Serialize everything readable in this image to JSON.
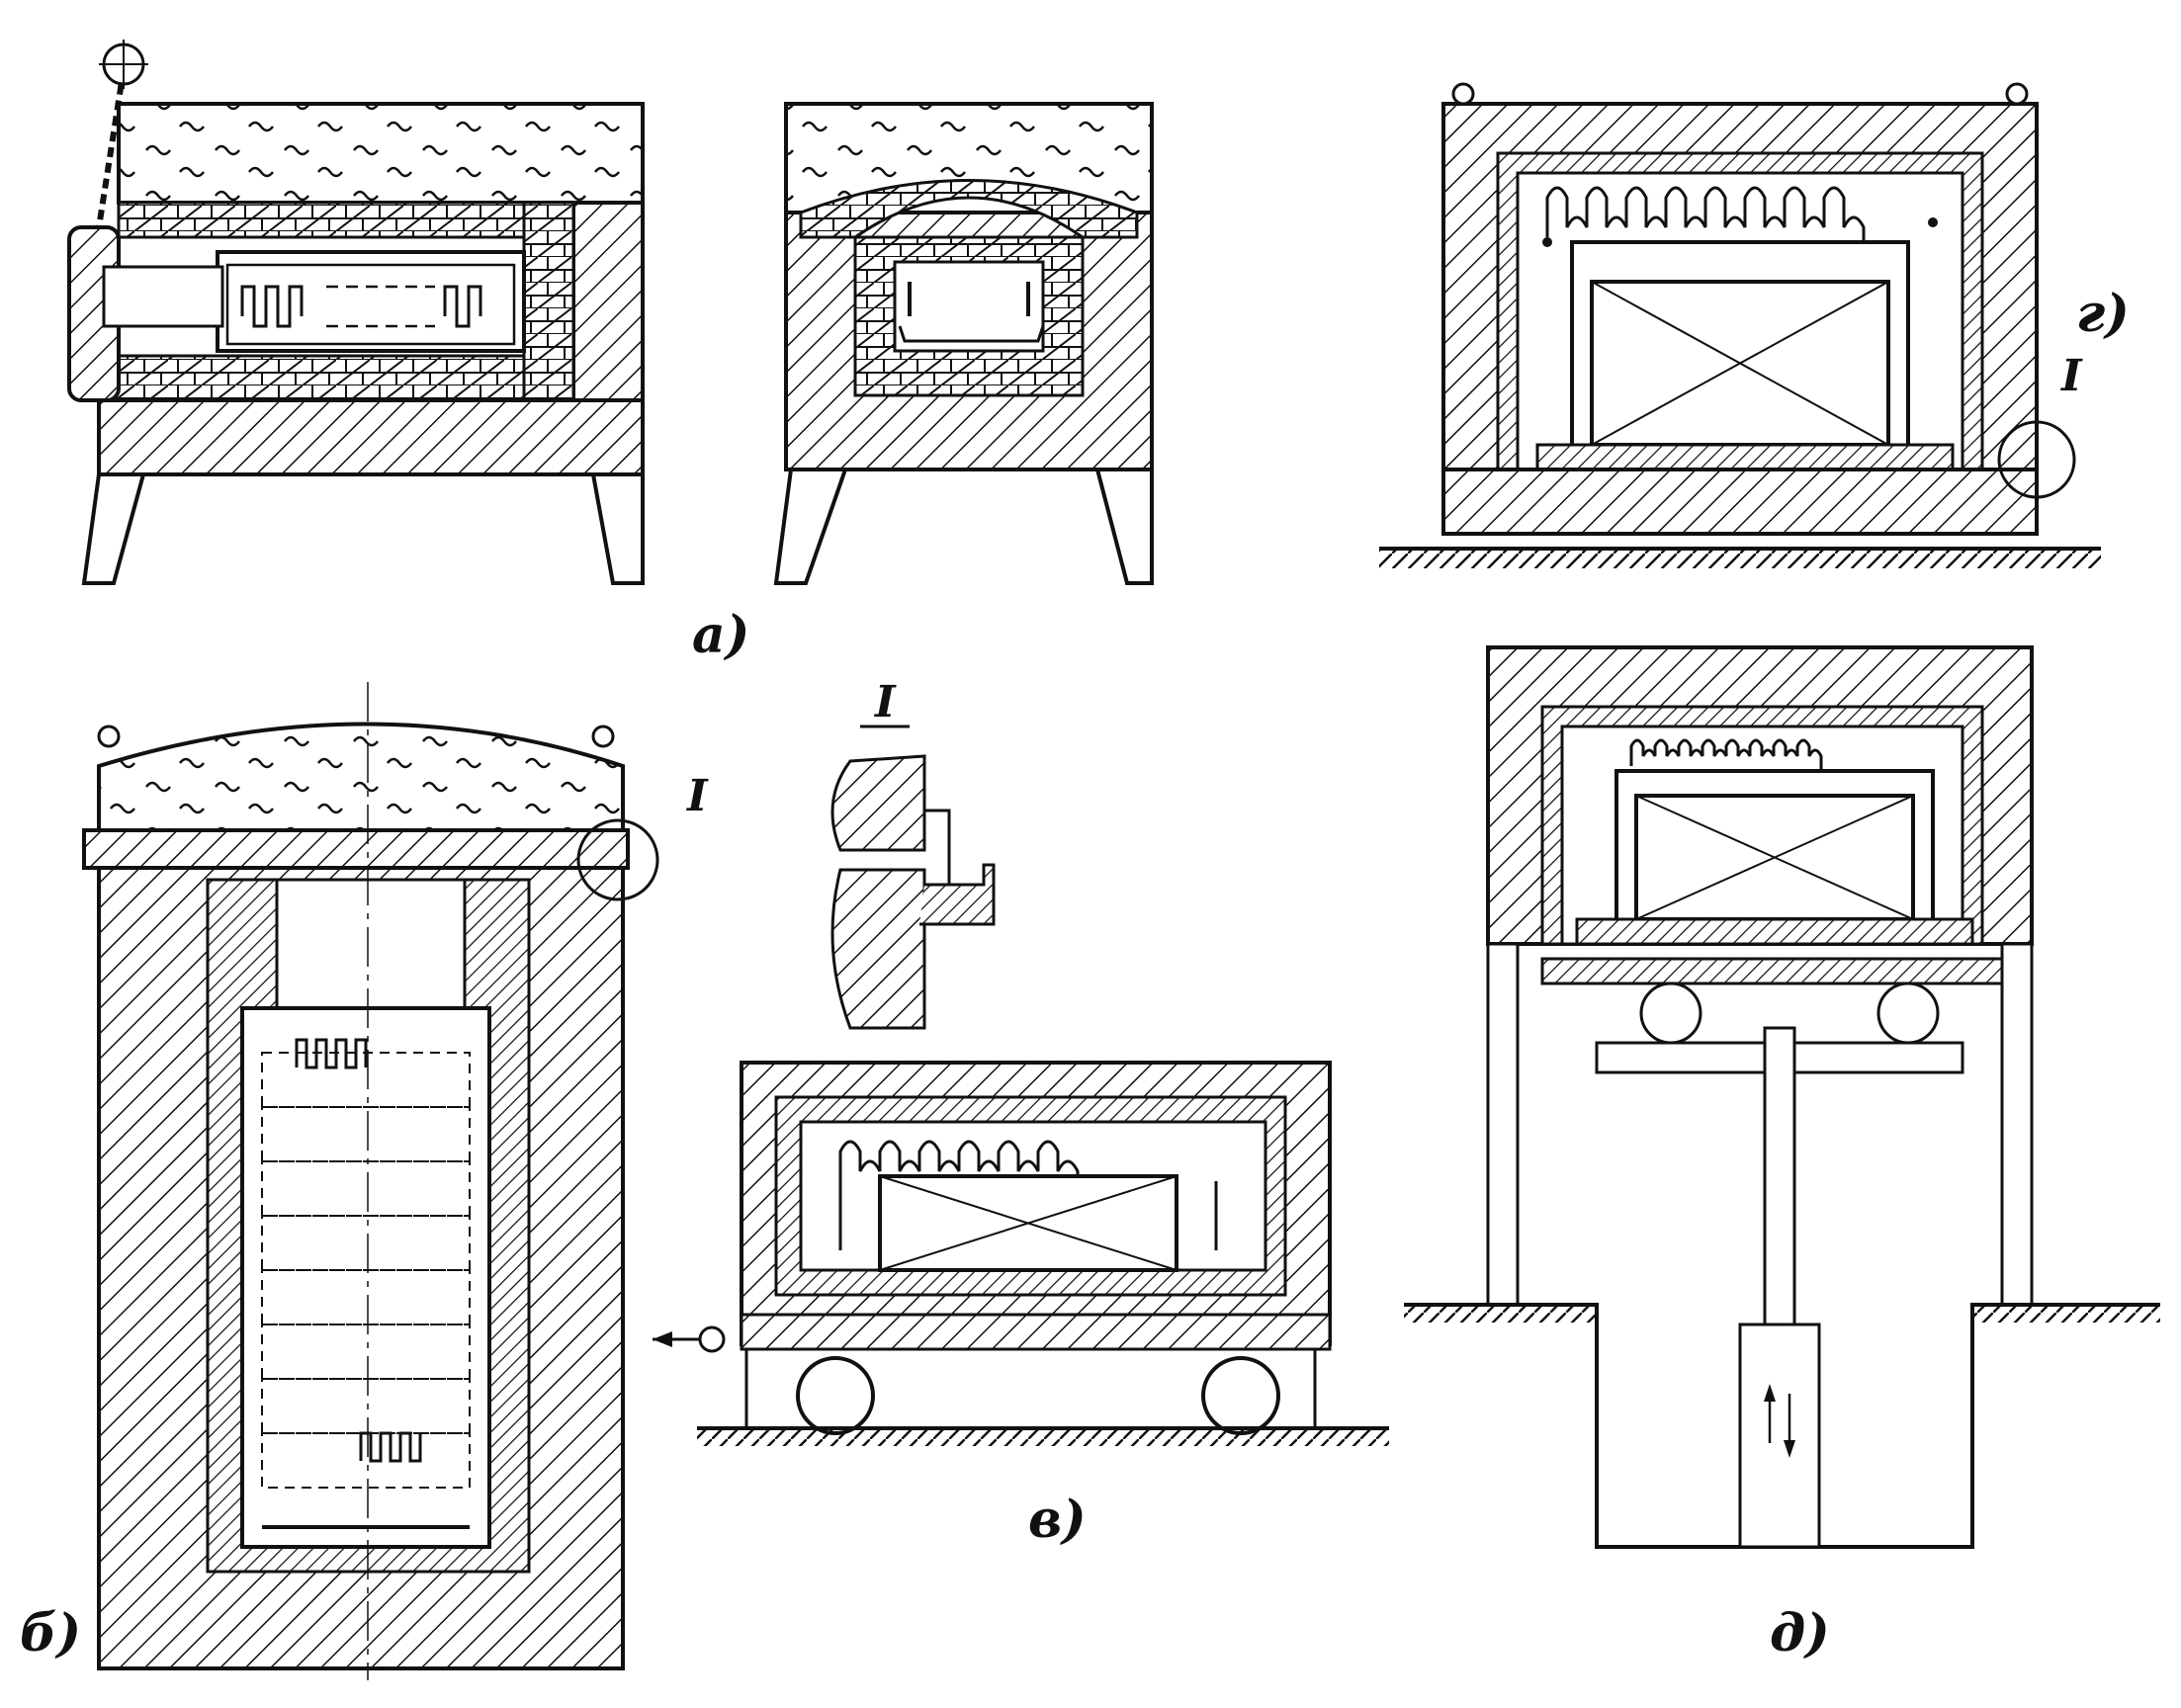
{
  "figure_labels": {
    "a": "а)",
    "b": "б)",
    "v": "в)",
    "g": "г)",
    "d": "д)",
    "detail_callout_g": "I",
    "detail_callout_b": "I",
    "detail_title": "I"
  },
  "colors": {
    "ink": "#111111",
    "paper": "#ffffff"
  }
}
